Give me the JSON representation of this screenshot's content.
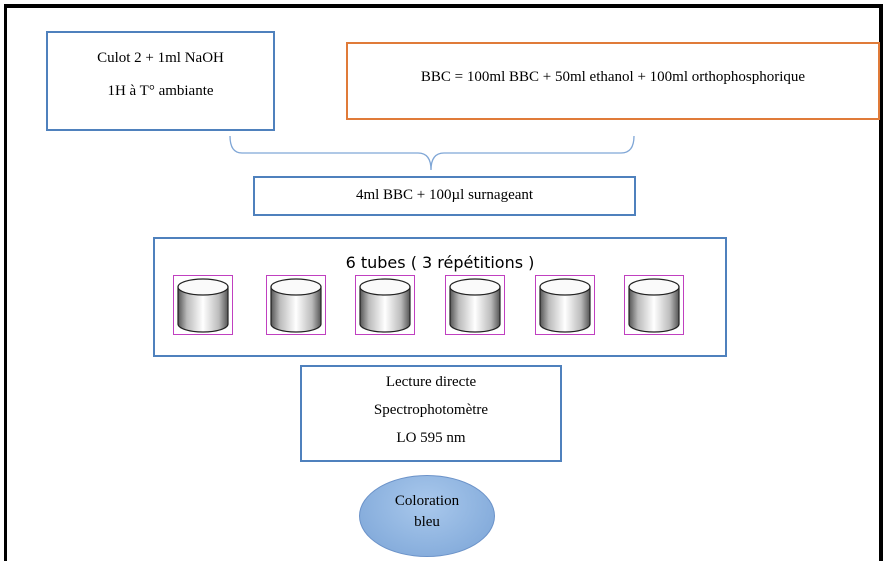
{
  "box_culot": {
    "line1": "Culot 2 + 1ml NaOH",
    "line2": "1H à T° ambiante"
  },
  "box_bbc": {
    "text": "BBC = 100ml BBC + 50ml ethanol + 100ml orthophosphorique"
  },
  "box_mix": {
    "text": "4ml BBC + 100µl surnageant"
  },
  "box_tubes": {
    "title": "6 tubes ( 3 répétitions )"
  },
  "box_lecture": {
    "line1": "Lecture directe",
    "line2": "Spectrophotomètre",
    "line3": "LO 595 nm"
  },
  "ellipse_result": {
    "line1": "Coloration",
    "line2": "bleu"
  },
  "colors": {
    "box_border": "#4f81bd",
    "orange_border": "#e07b39",
    "ellipse_fill": "#8fb4e0",
    "tube_frame": "#c040c0"
  }
}
